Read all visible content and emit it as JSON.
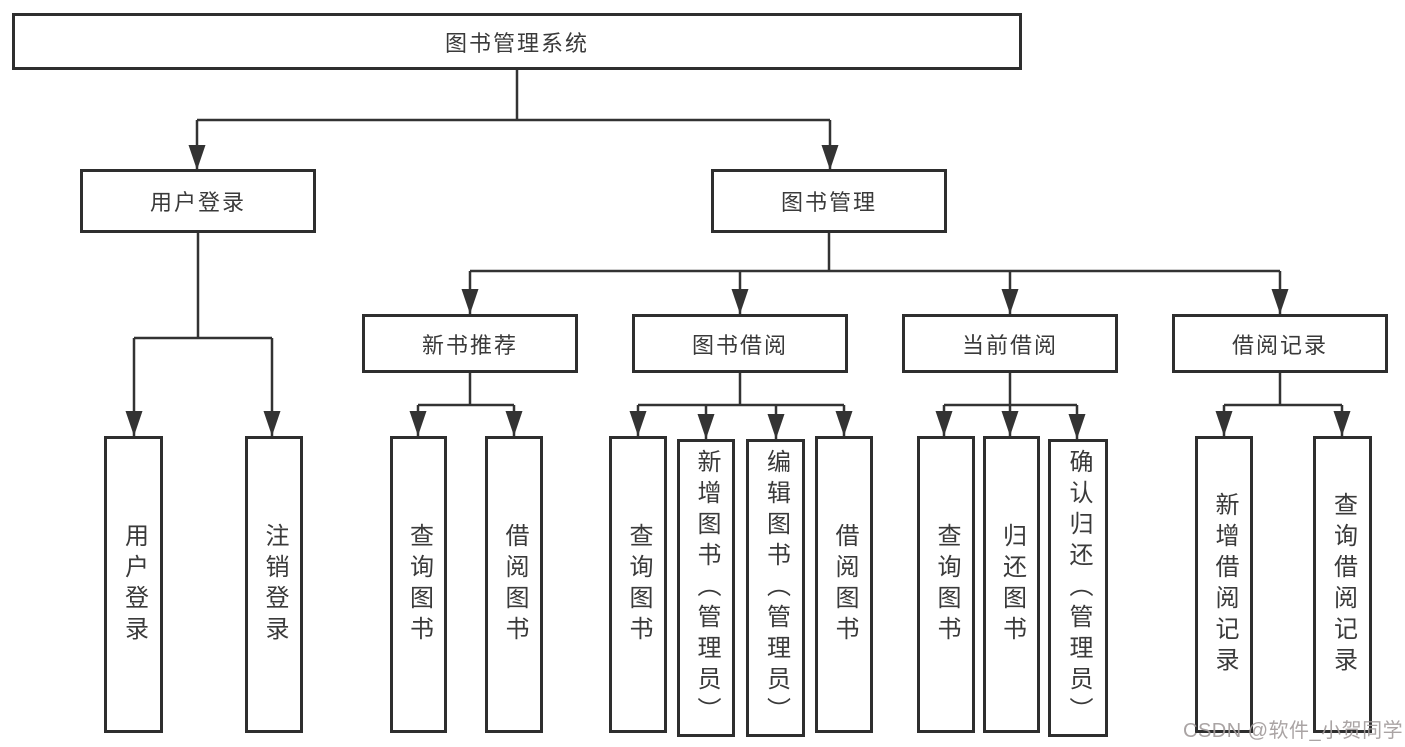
{
  "watermark": "CSDN @软件_小贺同学",
  "colors": {
    "background": "#ffffff",
    "line": "#333333",
    "box_border": "#2e2e2e",
    "text": "#3a3a3a",
    "watermark": "#a39c9c"
  },
  "tree": {
    "root": {
      "label": "图书管理系统"
    },
    "level2": [
      {
        "label": "用户登录"
      },
      {
        "label": "图书管理"
      }
    ],
    "level3": [
      {
        "label": "新书推荐"
      },
      {
        "label": "图书借阅"
      },
      {
        "label": "当前借阅"
      },
      {
        "label": "借阅记录"
      }
    ],
    "leaves": {
      "user_login": [
        "用户登录",
        "注销登录"
      ],
      "new_books": [
        "查询图书",
        "借阅图书"
      ],
      "book_borrow": [
        "查询图书",
        "新增图书（管理员）",
        "编辑图书（管理员）",
        "借阅图书"
      ],
      "current_borrow": [
        "查询图书",
        "归还图书",
        "确认归还（管理员）"
      ],
      "borrow_records": [
        "新增借阅记录",
        "查询借阅记录"
      ]
    }
  }
}
